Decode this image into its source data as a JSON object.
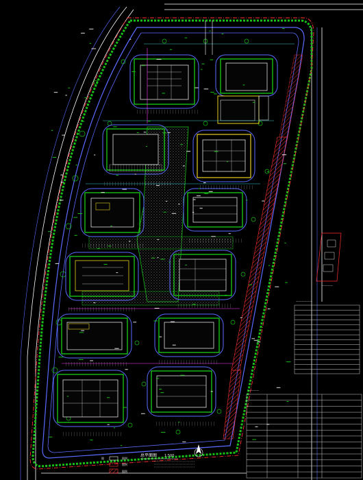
{
  "drawing": {
    "title_label": "总平面图",
    "scale_label": "1:500"
  },
  "legend": {
    "items": [
      {
        "symbol_color": "#ffffff",
        "label": "图例"
      },
      {
        "symbol_color": "#ff4040",
        "label": "图例"
      },
      {
        "symbol_color": "#ff4040",
        "label": "图例"
      }
    ]
  },
  "colors": {
    "road": "#5a6cff",
    "boundary": "#ff3030",
    "green": "#18c018",
    "building": "#e0e0e0",
    "lines": "#ffffff",
    "parking": "#e8d020",
    "cyan": "#30d0d0",
    "magenta": "#ff40ff"
  },
  "icons": {
    "north_arrow": "north-arrow-icon"
  }
}
